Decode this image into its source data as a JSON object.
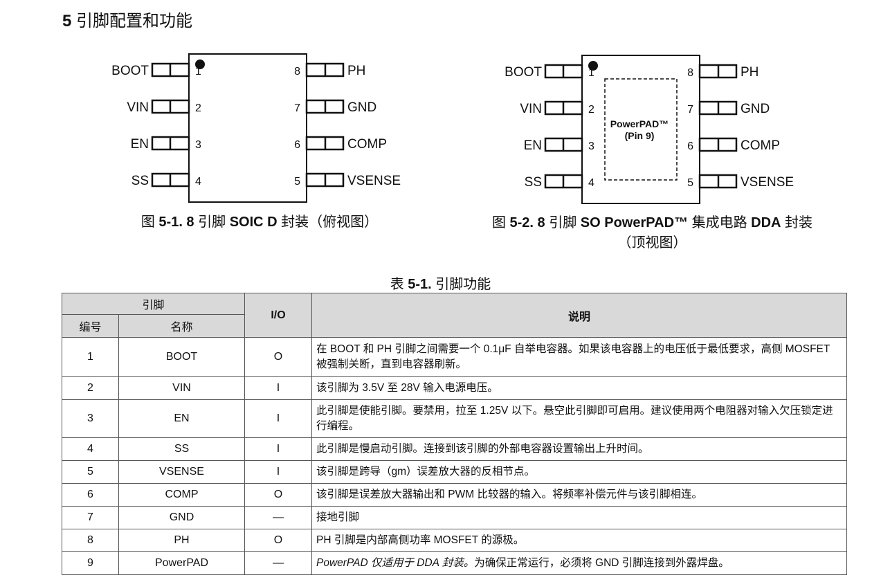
{
  "section": {
    "number": "5",
    "title": "引脚配置和功能"
  },
  "figure1": {
    "left_pins": [
      {
        "name": "BOOT",
        "num": "1"
      },
      {
        "name": "VIN",
        "num": "2"
      },
      {
        "name": "EN",
        "num": "3"
      },
      {
        "name": "SS",
        "num": "4"
      }
    ],
    "right_pins": [
      {
        "name": "PH",
        "num": "8"
      },
      {
        "name": "GND",
        "num": "7"
      },
      {
        "name": "COMP",
        "num": "6"
      },
      {
        "name": "VSENSE",
        "num": "5"
      }
    ],
    "caption_prefix": "图",
    "caption_id": "5-1. 8",
    "caption_mid": "引脚",
    "caption_bold": "SOIC D",
    "caption_suffix": "封装（俯视图）"
  },
  "figure2": {
    "left_pins": [
      {
        "name": "BOOT",
        "num": "1"
      },
      {
        "name": "VIN",
        "num": "2"
      },
      {
        "name": "EN",
        "num": "3"
      },
      {
        "name": "SS",
        "num": "4"
      }
    ],
    "right_pins": [
      {
        "name": "PH",
        "num": "8"
      },
      {
        "name": "GND",
        "num": "7"
      },
      {
        "name": "COMP",
        "num": "6"
      },
      {
        "name": "VSENSE",
        "num": "5"
      }
    ],
    "pad_label_line1": "PowerPAD™",
    "pad_label_line2": "(Pin 9)",
    "caption_prefix": "图",
    "caption_id": "5-2. 8",
    "caption_mid": "引脚",
    "caption_bold": "SO PowerPAD™",
    "caption_mid2": "集成电路",
    "caption_bold2": "DDA",
    "caption_suffix": "封装",
    "caption_line2": "（顶视图）"
  },
  "table": {
    "title_prefix": "表",
    "title_id": "5-1.",
    "title_text": "引脚功能",
    "header": {
      "pin_group": "引脚",
      "number": "编号",
      "name": "名称",
      "io": "I/O",
      "description": "说明"
    },
    "rows": [
      {
        "num": "1",
        "name": "BOOT",
        "io": "O",
        "desc": "在 BOOT 和 PH 引脚之间需要一个 0.1μF 自举电容器。如果该电容器上的电压低于最低要求，高侧 MOSFET 被强制关断，直到电容器刷新。"
      },
      {
        "num": "2",
        "name": "VIN",
        "io": "I",
        "desc": "该引脚为 3.5V 至 28V 输入电源电压。"
      },
      {
        "num": "3",
        "name": "EN",
        "io": "I",
        "desc": "此引脚是使能引脚。要禁用，拉至 1.25V 以下。悬空此引脚即可启用。建议使用两个电阻器对输入欠压锁定进行编程。"
      },
      {
        "num": "4",
        "name": "SS",
        "io": "I",
        "desc": "此引脚是慢启动引脚。连接到该引脚的外部电容器设置输出上升时间。"
      },
      {
        "num": "5",
        "name": "VSENSE",
        "io": "I",
        "desc": "该引脚是跨导（gm）误差放大器的反相节点。"
      },
      {
        "num": "6",
        "name": "COMP",
        "io": "O",
        "desc": "该引脚是误差放大器输出和 PWM 比较器的输入。将频率补偿元件与该引脚相连。"
      },
      {
        "num": "7",
        "name": "GND",
        "io": "—",
        "desc": "接地引脚"
      },
      {
        "num": "8",
        "name": "PH",
        "io": "O",
        "desc": "PH 引脚是内部高侧功率 MOSFET 的源极。"
      },
      {
        "num": "9",
        "name": "PowerPAD",
        "io": "—",
        "desc_italic": "PowerPAD 仅适用于 DDA 封装。",
        "desc": "为确保正常运行，必须将 GND 引脚连接到外露焊盘。"
      }
    ]
  }
}
